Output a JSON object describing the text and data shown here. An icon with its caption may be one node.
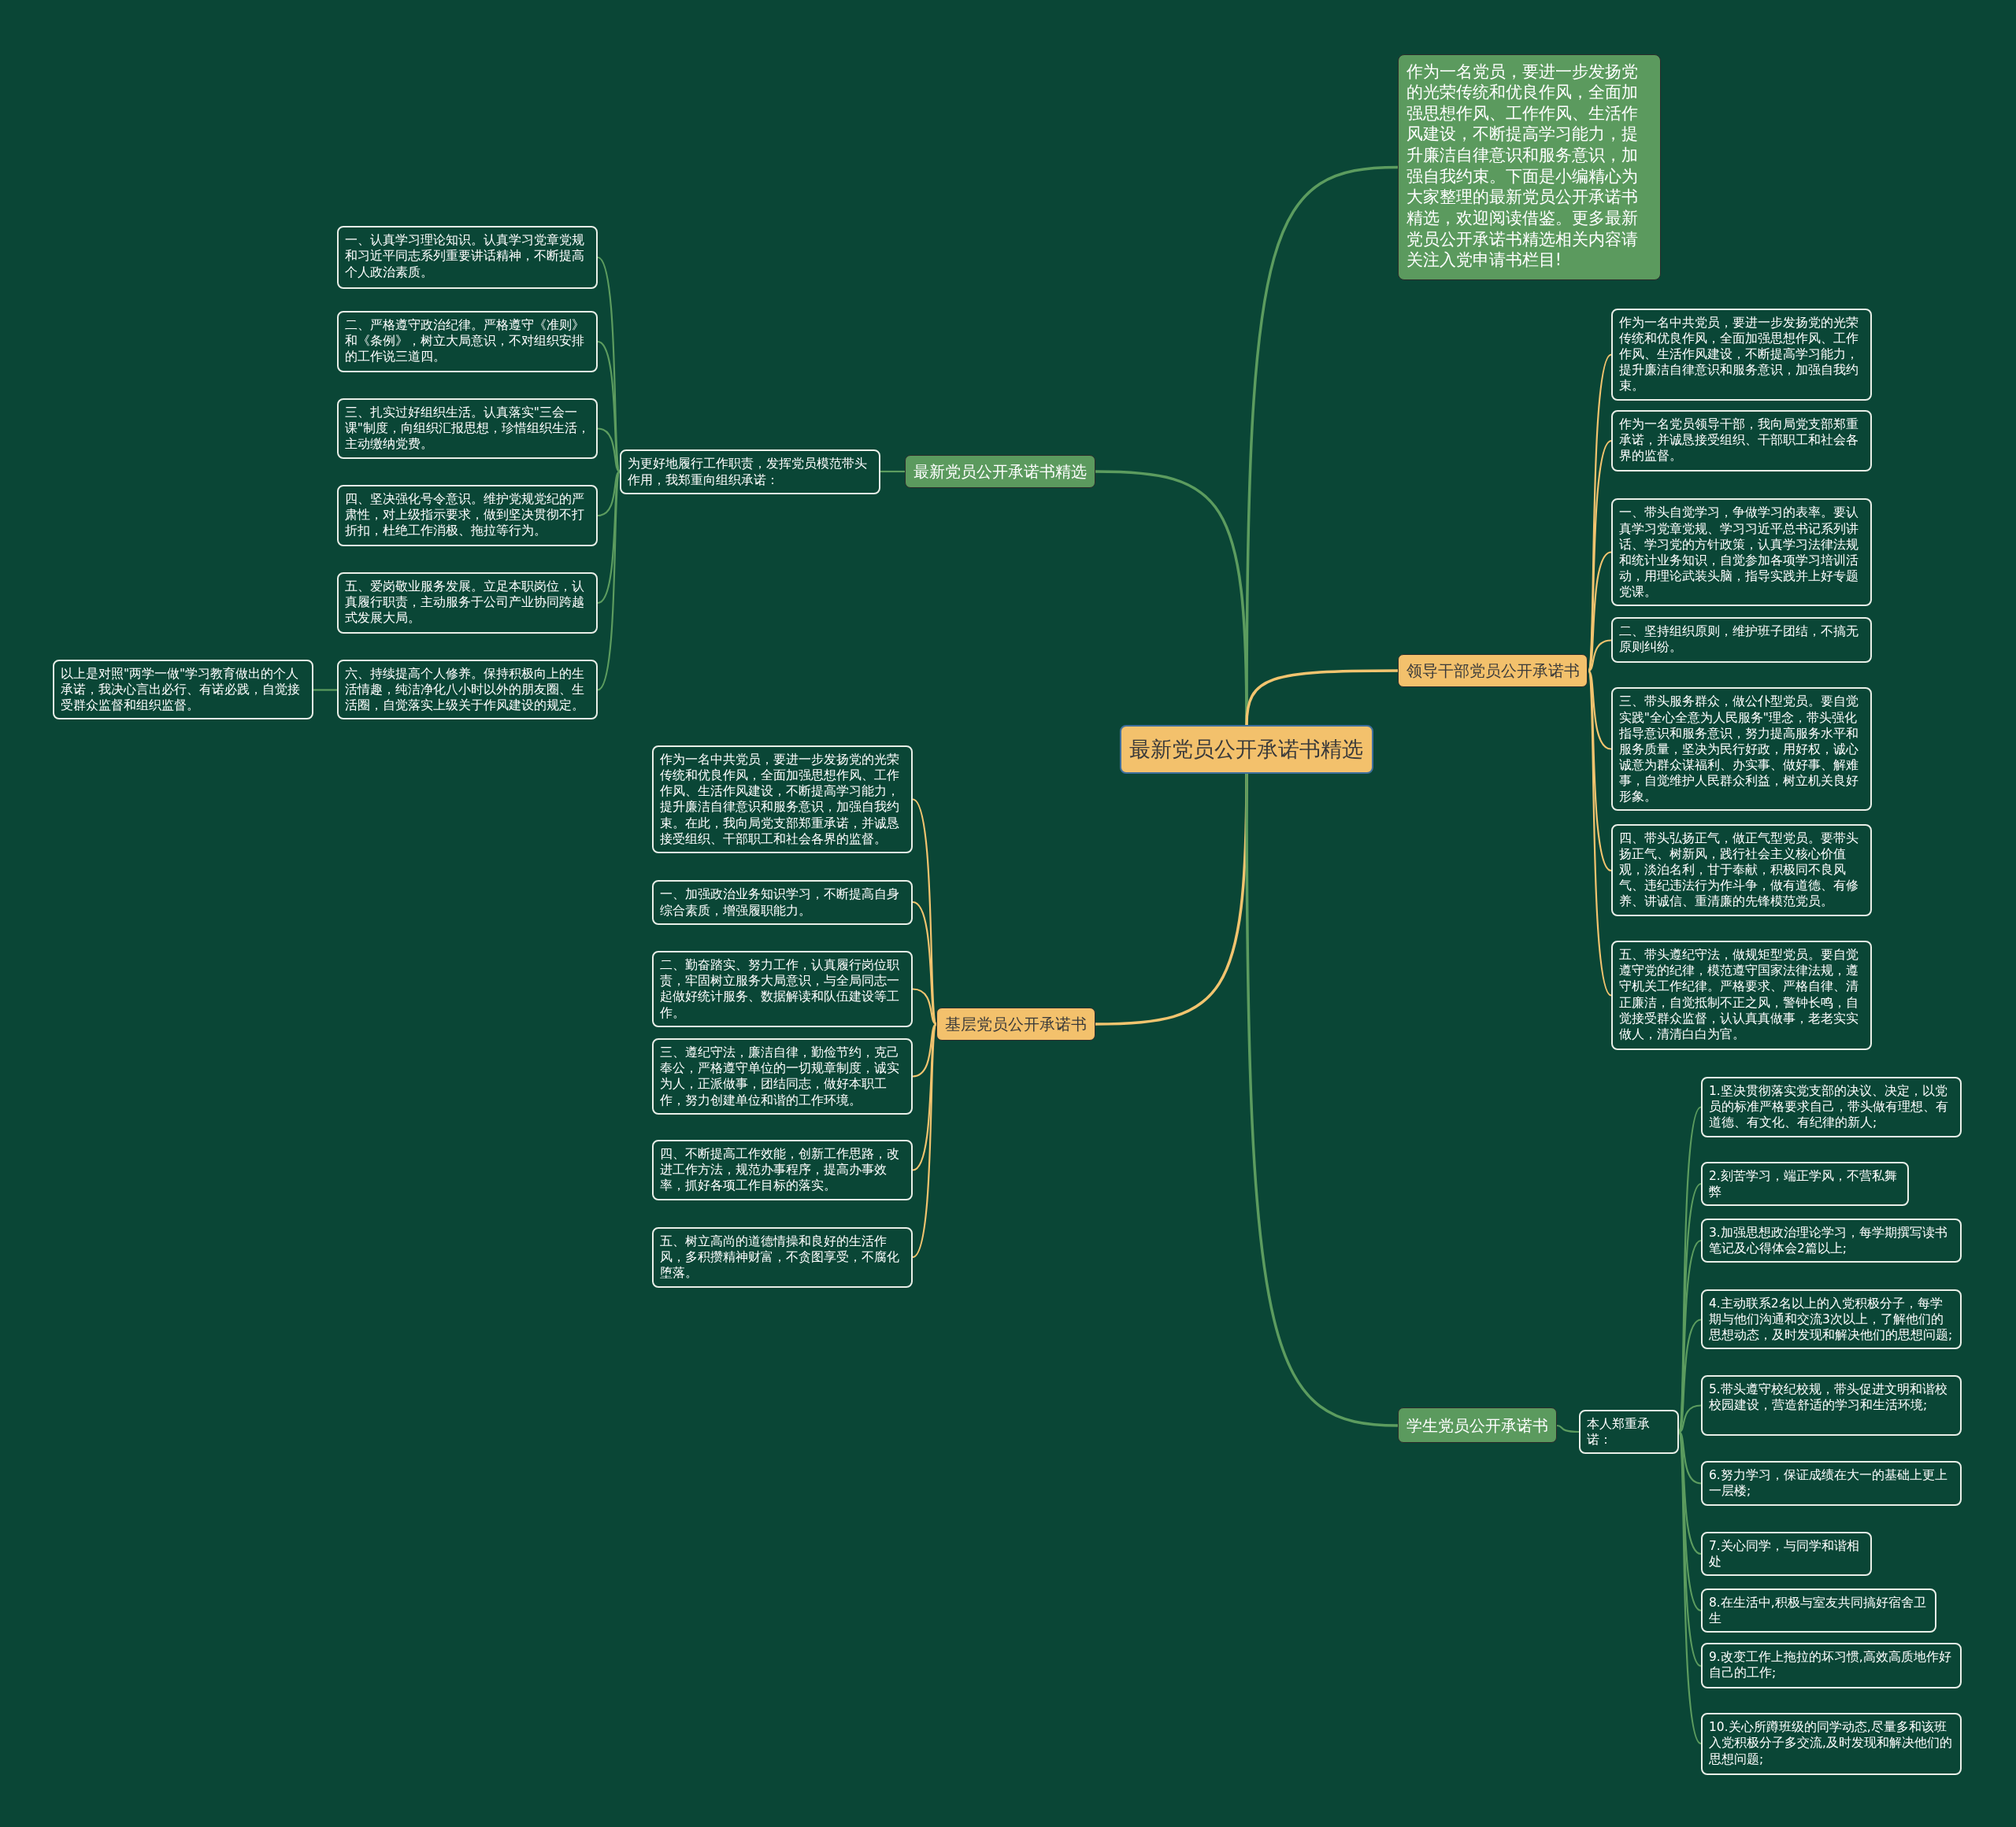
{
  "diagram": {
    "nodes": [
      {
        "text": [
          "最新党员公开承诺书精选"
        ]
      },
      {
        "text": [
          "作为一名党员，要进一步发扬党的光荣传统和优良作风，全面加强思想作风、工作作风、生活作风建设，不断提高学习能力，提升廉洁自律意识和服务意识，加强自我约束。下面是小编精心为大家整理的最新党员公开承诺书精选，欢迎阅读借鉴。更多最新党员公开承诺书精选相关内容请关注入党申请书栏目!"
        ]
      },
      {
        "text": [
          "最新党员公开承诺书精选"
        ]
      },
      {
        "text": [
          "为更好地履行工作职责，发挥党员模范带头作用，我郑重向组织承诺："
        ]
      },
      {
        "text": [
          "一、认真学习理论知识。认真学习党章党规和习近平同志系列重要讲话精神，不断提高个人政治素质。"
        ]
      },
      {
        "text": [
          "二、严格遵守政治纪律。严格遵守《准则》和《条例》，树立大局意识，不对组织安排的工作说三道四。"
        ]
      },
      {
        "text": [
          "三、扎实过好组织生活。认真落实\"三会一课\"制度，向组织汇报思想，珍惜组织生活，主动缴纳党费。"
        ]
      },
      {
        "text": [
          "四、坚决强化号令意识。维护党规党纪的严肃性，对上级指示要求，做到坚决贯彻不打折扣，杜绝工作消极、拖拉等行为。"
        ]
      },
      {
        "text": [
          "五、爱岗敬业服务发展。立足本职岗位，认真履行职责，主动服务于公司产业协同跨越式发展大局。"
        ]
      },
      {
        "text": [
          "六、持续提高个人修养。保持积极向上的生活情趣，纯洁净化八小时以外的朋友圈、生活圈，自觉落实上级关于作风建设的规定。"
        ]
      },
      {
        "text": [
          "以上是对照\"两学一做\"学习教育做出的个人承诺，我决心言出必行、有诺必践，自觉接受群众监督和组织监督。"
        ]
      },
      {
        "text": [
          "领导干部党员公开承诺书"
        ]
      },
      {
        "text": [
          "作为一名中共党员，要进一步发扬党的光荣传统和优良作风，全面加强思想作风、工作作风、生活作风建设，不断提高学习能力，提升廉洁自律意识和服务意识，加强自我约束。"
        ]
      },
      {
        "text": [
          "作为一名党员领导干部，我向局党支部郑重承诺，并诚恳接受组织、干部职工和社会各界的监督。"
        ]
      },
      {
        "text": [
          "一、带头自觉学习，争做学习的表率。要认真学习党章党规、学习习近平总书记系列讲话、学习党的方针政策，认真学习法律法规和统计业务知识，自觉参加各项学习培训活动，用理论武装头脑，指导实践并上好专题党课。"
        ]
      },
      {
        "text": [
          "二、坚持组织原则，维护班子团结，不搞无原则纠纷。"
        ]
      },
      {
        "text": [
          "三、带头服务群众，做公仆型党员。要自觉实践\"全心全意为人民服务\"理念，带头强化指导意识和服务意识，努力提高服务水平和服务质量，坚决为民行好政，用好权，诚心诚意为群众谋福利、办实事、做好事、解难事，自觉维护人民群众利益，树立机关良好形象。"
        ]
      },
      {
        "text": [
          "四、带头弘扬正气，做正气型党员。要带头扬正气、树新风，践行社会主义核心价值观，淡泊名利，甘于奉献，积极同不良风气、违纪违法行为作斗争，做有道德、有修养、讲诚信、重清廉的先锋模范党员。"
        ]
      },
      {
        "text": [
          "五、带头遵纪守法，做规矩型党员。要自觉遵守党的纪律，模范遵守国家法律法规，遵守机关工作纪律。严格要求、严格自律、清正廉洁，自觉抵制不正之风，警钟长鸣，自觉接受群众监督，认认真真做事，老老实实做人，清清白白为官。"
        ]
      },
      {
        "text": [
          "基层党员公开承诺书"
        ]
      },
      {
        "text": [
          "作为一名中共党员，要进一步发扬党的光荣传统和优良作风，全面加强思想作风、工作作风、生活作风建设，不断提高学习能力，提升廉洁自律意识和服务意识，加强自我约束。在此，我向局党支部郑重承诺，并诚恳接受组织、干部职工和社会各界的监督。"
        ]
      },
      {
        "text": [
          "一、加强政治业务知识学习，不断提高自身综合素质，增强履职能力。"
        ]
      },
      {
        "text": [
          "二、勤奋踏实、努力工作，认真履行岗位职责，牢固树立服务大局意识，与全局同志一起做好统计服务、数据解读和队伍建设等工作。"
        ]
      },
      {
        "text": [
          "三、遵纪守法，廉洁自律，勤俭节约，克己奉公，严格遵守单位的一切规章制度，诚实为人，正派做事，团结同志，做好本职工作，努力创建单位和谐的工作环境。"
        ]
      },
      {
        "text": [
          "四、不断提高工作效能，创新工作思路，改进工作方法，规范办事程序，提高办事效率，抓好各项工作目标的落实。"
        ]
      },
      {
        "text": [
          "五、树立高尚的道德情操和良好的生活作风，多积攒精神财富，不贪图享受，不腐化堕落。"
        ]
      },
      {
        "text": [
          "学生党员公开承诺书"
        ]
      },
      {
        "text": [
          "本人郑重承诺："
        ]
      },
      {
        "text": [
          "1.坚决贯彻落实党支部的决议、决定，以党员的标准严格要求自己，带头做有理想、有道德、有文化、有纪律的新人;"
        ]
      },
      {
        "text": [
          "2.刻苦学习，端正学风，不营私舞弊"
        ]
      },
      {
        "text": [
          "3.加强思想政治理论学习，每学期撰写读书笔记及心得体会2篇以上;"
        ]
      },
      {
        "text": [
          "4.主动联系2名以上的入党积极分子，每学期与他们沟通和交流3次以上，了解他们的思想动态，及时发现和解决他们的思想问题;"
        ]
      },
      {
        "text": [
          "5.带头遵守校纪校规，带头促进文明和谐校校园建设，营造舒适的学习和生活环境;"
        ]
      },
      {
        "text": [
          "6.努力学习，保证成绩在大一的基础上更上一层楼;"
        ]
      },
      {
        "text": [
          "7.关心同学，与同学和谐相处"
        ]
      },
      {
        "text": [
          "8.在生活中,积极与室友共同搞好宿舍卫生"
        ]
      },
      {
        "text": [
          "9.改变工作上拖拉的坏习惯,高效高质地作好自己的工作;"
        ]
      },
      {
        "text": [
          "10.关心所蹲班级的同学动态,尽量多和该班入党积极分子多交流,及时发现和解决他们的思想问题;"
        ]
      }
    ],
    "edges": [
      {
        "from": 0,
        "to": 1,
        "arrow": "none"
      },
      {
        "from": 0,
        "to": 2,
        "arrow": "none"
      },
      {
        "from": 2,
        "to": 3,
        "arrow": "none"
      },
      {
        "from": 3,
        "to": 4,
        "arrow": "none"
      },
      {
        "from": 3,
        "to": 5,
        "arrow": "none"
      },
      {
        "from": 3,
        "to": 6,
        "arrow": "none"
      },
      {
        "from": 3,
        "to": 7,
        "arrow": "none"
      },
      {
        "from": 3,
        "to": 8,
        "arrow": "none"
      },
      {
        "from": 3,
        "to": 9,
        "arrow": "none"
      },
      {
        "from": 9,
        "to": 10,
        "arrow": "none"
      },
      {
        "from": 0,
        "to": 11,
        "arrow": "none",
        "color": "#f2c46f"
      },
      {
        "from": 11,
        "to": 12,
        "arrow": "none",
        "color": "#f2c46f"
      },
      {
        "from": 11,
        "to": 13,
        "arrow": "none",
        "color": "#f2c46f"
      },
      {
        "from": 11,
        "to": 14,
        "arrow": "none",
        "color": "#f2c46f"
      },
      {
        "from": 11,
        "to": 15,
        "arrow": "none",
        "color": "#f2c46f"
      },
      {
        "from": 11,
        "to": 16,
        "arrow": "none",
        "color": "#f2c46f"
      },
      {
        "from": 11,
        "to": 17,
        "arrow": "none",
        "color": "#f2c46f"
      },
      {
        "from": 11,
        "to": 18,
        "arrow": "none",
        "color": "#f2c46f"
      },
      {
        "from": 0,
        "to": 19,
        "arrow": "none",
        "color": "#f2c46f"
      },
      {
        "from": 19,
        "to": 20,
        "arrow": "none",
        "color": "#f2c46f"
      },
      {
        "from": 19,
        "to": 21,
        "arrow": "none",
        "color": "#f2c46f"
      },
      {
        "from": 19,
        "to": 22,
        "arrow": "none",
        "color": "#f2c46f"
      },
      {
        "from": 19,
        "to": 23,
        "arrow": "none",
        "color": "#f2c46f"
      },
      {
        "from": 19,
        "to": 24,
        "arrow": "none",
        "color": "#f2c46f"
      },
      {
        "from": 19,
        "to": 25,
        "arrow": "none",
        "color": "#f2c46f"
      },
      {
        "from": 0,
        "to": 26,
        "arrow": "none"
      },
      {
        "from": 26,
        "to": 27,
        "arrow": "none"
      },
      {
        "from": 27,
        "to": 28,
        "arrow": "none"
      },
      {
        "from": 27,
        "to": 29,
        "arrow": "none"
      },
      {
        "from": 27,
        "to": 30,
        "arrow": "none"
      },
      {
        "from": 27,
        "to": 31,
        "arrow": "none"
      },
      {
        "from": 27,
        "to": 32,
        "arrow": "none"
      },
      {
        "from": 27,
        "to": 33,
        "arrow": "none"
      },
      {
        "from": 27,
        "to": 34,
        "arrow": "none"
      },
      {
        "from": 27,
        "to": 35,
        "arrow": "none"
      },
      {
        "from": 27,
        "to": 36,
        "arrow": "none"
      },
      {
        "from": 27,
        "to": 37,
        "arrow": "none"
      }
    ]
  }
}
